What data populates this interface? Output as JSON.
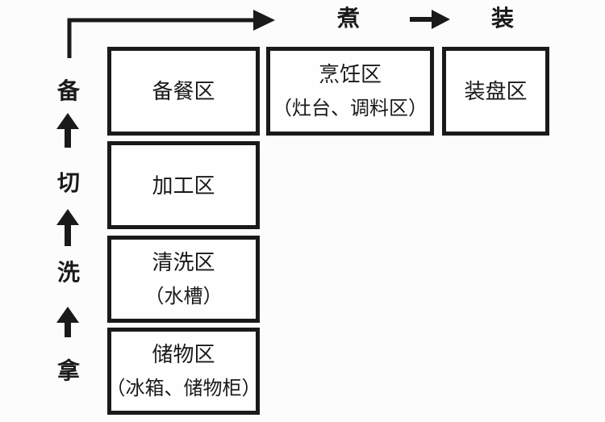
{
  "page": {
    "background": "#fcfcfc",
    "ink_color": "#1a1a1a"
  },
  "steps": {
    "left": [
      {
        "id": "prepare",
        "label": "备"
      },
      {
        "id": "cut",
        "label": "切"
      },
      {
        "id": "wash",
        "label": "洗"
      },
      {
        "id": "take",
        "label": "拿"
      }
    ],
    "top": [
      {
        "id": "cook",
        "label": "煮"
      },
      {
        "id": "plate",
        "label": "装"
      }
    ]
  },
  "zones": {
    "prep": {
      "title": "备餐区"
    },
    "process": {
      "title": "加工区"
    },
    "wash": {
      "title": "清洗区",
      "subtitle": "（水槽）"
    },
    "storage": {
      "title": "储物区",
      "subtitle": "（冰箱、储物柜）"
    },
    "cooking": {
      "title": "烹饪区",
      "subtitle": "（灶台、调料区）"
    },
    "plating": {
      "title": "装盘区"
    }
  },
  "icons": {
    "up_arrow": "↑",
    "right_arrow": "→",
    "corner_arrow": "↱"
  }
}
